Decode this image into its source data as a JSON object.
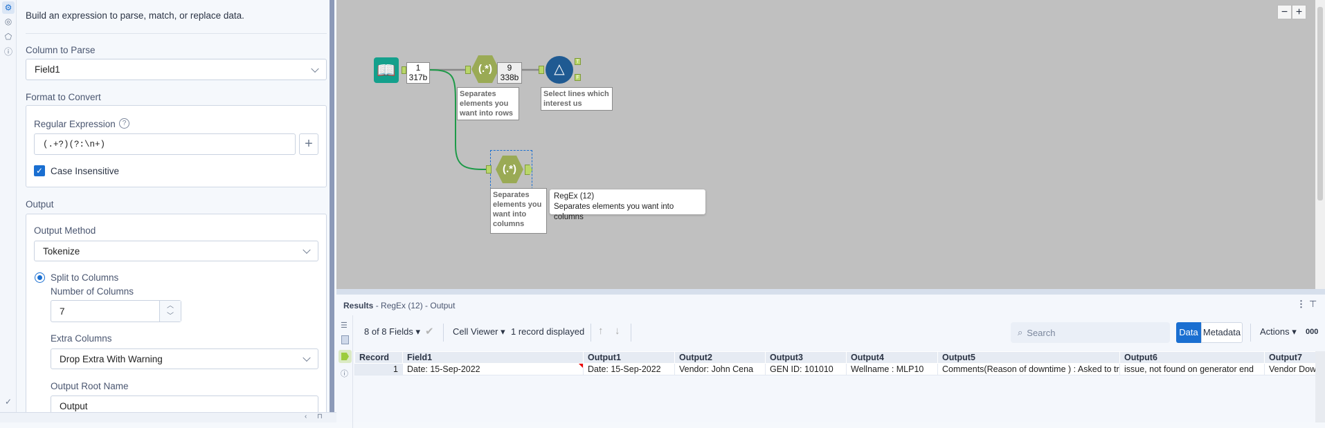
{
  "panel": {
    "description": "Build an expression to parse, match, or replace data.",
    "column_to_parse_label": "Column to Parse",
    "column_to_parse_value": "Field1",
    "format_label": "Format to Convert",
    "regex_label": "Regular Expression",
    "regex_value": "(.+?)(?:\\n+)",
    "case_insensitive_label": "Case Insensitive",
    "case_insensitive_checked": true,
    "output_label": "Output",
    "output_method_label": "Output Method",
    "output_method_value": "Tokenize",
    "split_label": "Split to Columns",
    "num_columns_label": "Number of Columns",
    "num_columns_value": "7",
    "extra_columns_label": "Extra Columns",
    "extra_columns_value": "Drop Extra With Warning",
    "root_name_label": "Output Root Name",
    "root_name_value": "Output"
  },
  "canvas": {
    "input_count": {
      "records": "1",
      "size": "317b"
    },
    "regex1_count": {
      "records": "9",
      "size": "338b"
    },
    "regex_glyph": "(.*)",
    "annotation_regex1": "Separates elements you want into rows",
    "annotation_filter": "Select lines which interest us",
    "annotation_regex2": "Separates elements you want into columns",
    "filter_anchor_true": "T",
    "filter_anchor_false": "F",
    "tooltip_title": "RegEx (12)",
    "tooltip_text": "Separates elements you want into columns",
    "zoom_out": "−",
    "zoom_in": "+"
  },
  "results": {
    "title": "Results",
    "subtitle": "- RegEx (12) - Output",
    "fields_selector": "8 of 8 Fields",
    "cell_viewer": "Cell Viewer",
    "record_count": "1 record displayed",
    "search_placeholder": "Search",
    "data_tab": "Data",
    "metadata_tab": "Metadata",
    "actions": "Actions",
    "more": "000",
    "columns": [
      "Record",
      "Field1",
      "Output1",
      "Output2",
      "Output3",
      "Output4",
      "Output5",
      "Output6",
      "Output7"
    ],
    "rows": [
      [
        "1",
        "Date: 15-Sep-2022",
        "Date: 15-Sep-2022",
        "Vendor: John Cena",
        "GEN ID: 101010",
        "Wellname : MLP10",
        "Comments(Reason of downtime ) : Asked to trou...",
        "issue, not found on generator end",
        "Vendor Downt"
      ]
    ]
  },
  "colors": {
    "accent": "#1a6fd1",
    "canvas": "#c0c0c0",
    "regex_tool": "#9aaa55",
    "filter_tool": "#1f5a92",
    "input_tool": "#14a08c",
    "connection": "#1d9a48"
  }
}
